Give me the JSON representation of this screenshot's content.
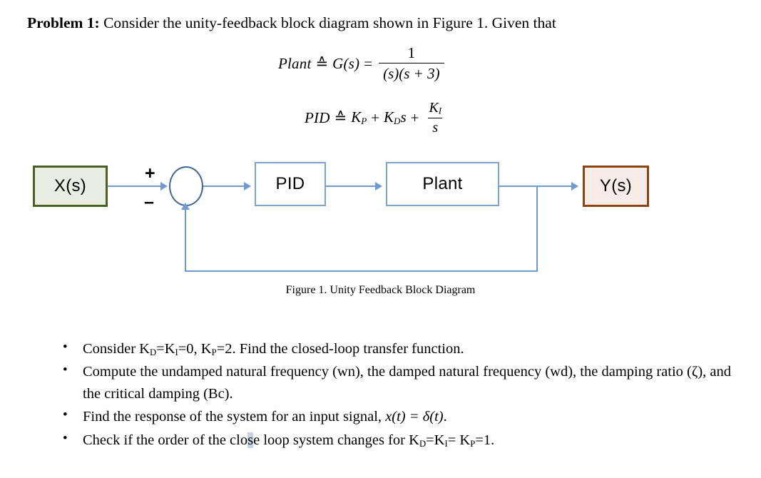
{
  "problem": {
    "lead": "Problem 1:",
    "statement": "Consider the unity-feedback block diagram shown in Figure 1. Given that"
  },
  "equations": {
    "plant": {
      "lhs": "Plant",
      "op": "≙",
      "fn": "G(s)",
      "rel": "=",
      "numerator": "1",
      "denominator": "(s)(s + 3)"
    },
    "pid": {
      "lhs": "PID",
      "op": "≙",
      "term_p": "K",
      "term_p_sub": "P",
      "plus1": "+",
      "term_d": "K",
      "term_d_sub": "D",
      "term_d_var": "s",
      "plus2": "+",
      "numerator": "K",
      "numerator_sub": "I",
      "denominator": "s"
    }
  },
  "diagram": {
    "input_block": "X(s)",
    "output_block": "Y(s)",
    "controller_block": "PID",
    "plant_block": "Plant",
    "sum_plus": "+",
    "sum_minus": "–",
    "colors": {
      "input_border": "#4a5f22",
      "input_fill": "#eaeee2",
      "output_border": "#8c4413",
      "output_fill": "#f8ece6",
      "block_border": "#7ba3d0",
      "block_fill": "#ffffff",
      "sum_border": "#3f6794",
      "wire": "#6f9bd1"
    },
    "caption": "Figure 1. Unity Feedback Block Diagram"
  },
  "tasks": [
    {
      "id": "task-closed-loop-transfer-function",
      "prefix": "Consider K",
      "sub1": "D",
      "mid1": "=K",
      "sub2": "I",
      "mid2": "=0, K",
      "sub3": "P",
      "suffix": "=2. Find the closed-loop transfer function."
    },
    {
      "id": "task-compute-frequencies",
      "text": "Compute the undamped natural frequency (wn), the damped natural frequency (wd), the damping ratio (ζ), and the critical damping (Bc)."
    },
    {
      "id": "task-impulse-response",
      "prefix": "Find the response of the system for an input signal, ",
      "math": "x(t) = δ(t)",
      "suffix": "."
    },
    {
      "id": "task-check-order",
      "prefix": "Check if the order of the clo",
      "highlight": "s",
      "mid": "e loop system changes for K",
      "sub1": "D",
      "mid1": "=K",
      "sub2": "I",
      "mid2": "= K",
      "sub3": "P",
      "suffix": "=1."
    }
  ]
}
